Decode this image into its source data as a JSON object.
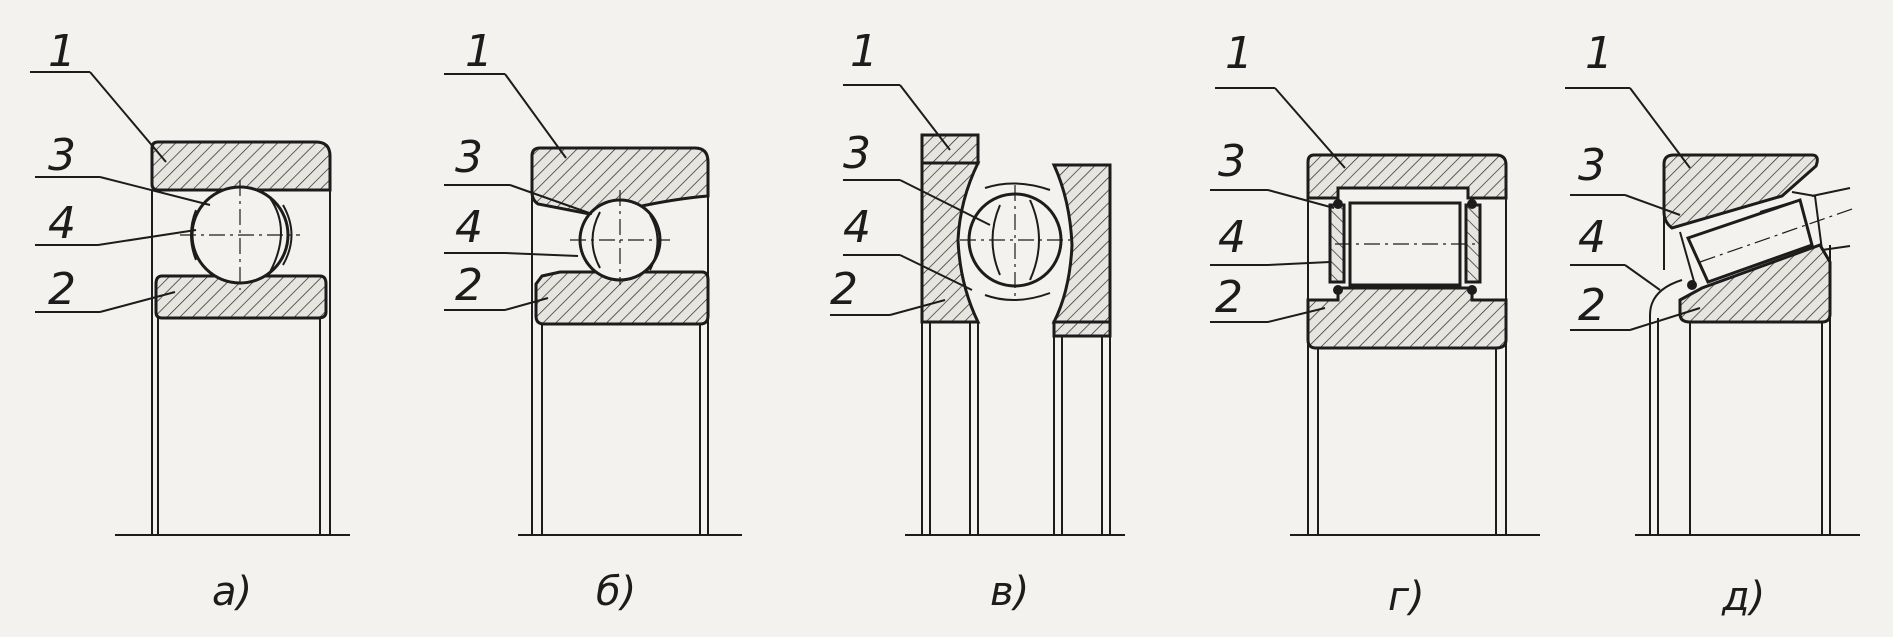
{
  "panels": [
    {
      "caption": "а)",
      "labels": [
        "1",
        "3",
        "4",
        "2"
      ]
    },
    {
      "caption": "б)",
      "labels": [
        "1",
        "3",
        "4",
        "2"
      ]
    },
    {
      "caption": "в)",
      "labels": [
        "1",
        "3",
        "4",
        "2"
      ]
    },
    {
      "caption": "г)",
      "labels": [
        "1",
        "3",
        "4",
        "2"
      ]
    },
    {
      "caption": "д)",
      "labels": [
        "1",
        "3",
        "4",
        "2"
      ]
    }
  ]
}
